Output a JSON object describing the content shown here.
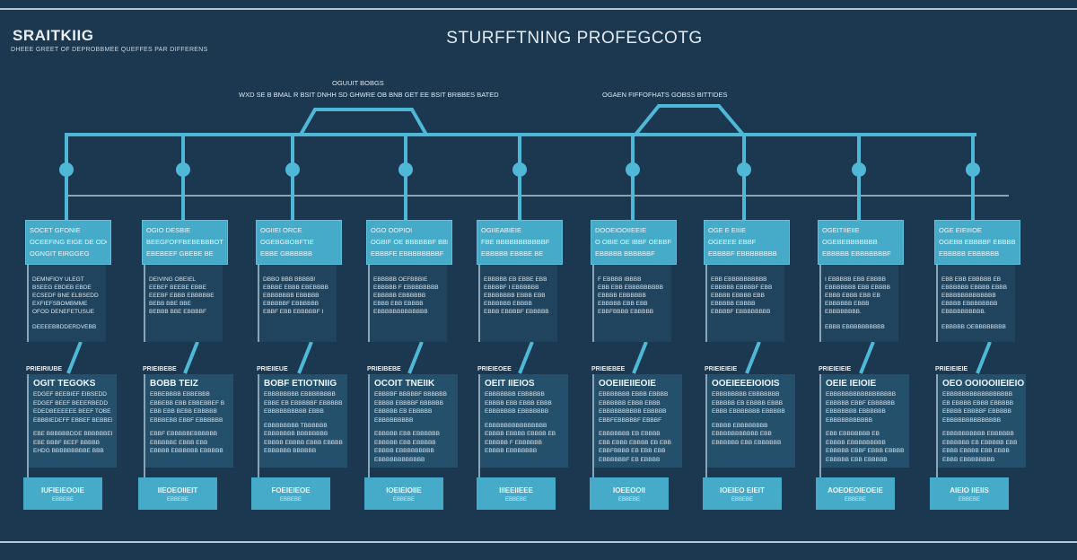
{
  "header": {
    "brand": "SRAITKIIG",
    "brand_subtitle": "DHEEE GREET OF DEPROBBMEE QUEFFES PAR DIFFERENS",
    "title": "STURFFTNING PROFEGCOTG"
  },
  "annotations": {
    "left_title": "OGUUIT BOBGS",
    "left_text": "WXD SE B BMAL R BSIT DNHH SD GHWRE OB BNB GET EE BSIT BRBBES BATED",
    "right_text": "OGAEN FIFFOFHATS GOBSS BITTIDES"
  },
  "colors": {
    "background": "#1b3850",
    "accent": "#45abc9",
    "line": "#4fb8d6",
    "panel": "#24506c"
  },
  "columns": [
    {
      "head": [
        "SOCET GFONIE",
        "OCEEFING EIGE DE ODO",
        "OGNGIT EIRGGEG"
      ],
      "mid": [
        "DEMNFIOY ULEGT",
        "BSEEG EBDEB EBDE",
        "ECSEDF BNE ELBSEDD",
        "EXFIEFSBOMBMME",
        "OFOD DENEFETUSUE",
        "",
        "DEEEEBBDDERDVEBB"
      ],
      "tag": "PRIEIRIUBE",
      "title": "OGIT TEGOKS",
      "body": [
        "EDGEF BEEBIEF EIBSEDD",
        "EDGEF BEEF BEEERBEDD",
        "EDEDBEEEEEE BEEF TOBE E",
        "EBBBIEDEFF EBBEF BEBBEDE",
        "",
        "EBE BBBBBBDDE BBBBBBEDD",
        "EBE BBBF BEEF BBBBB",
        "EHDG BBBBBBBBBE BBB"
      ],
      "button": "IUFIEIEOOIE",
      "button_sub": "EBBEBE"
    },
    {
      "head": [
        "OGIO DESBIE",
        "BEEGFOFFBEBEBBBOT",
        "EBEBEEF GBEBE BE"
      ],
      "mid": [
        "DEIVING OBEIEL",
        "EEBEF BEEBE EBBE",
        "EEEBF EBBB EBBBBBE",
        "BEBB BBE BBE",
        "BEBBB BBE EBBBBF"
      ],
      "tag": "PRIEIBEBE",
      "title": "BOBB TEIZ",
      "body": [
        "EBBEBBBB EBBEBBB",
        "EBBEBB EBB EBBEBBEF B",
        "EBB EBB BEBB EBBBBB",
        "EBBBEBB EBBF EBBBBBB",
        "",
        "EBBF EBBBBBEBBBBBB",
        "EBBBBBE EBBB EBB",
        "EBBBB EBBBBBB EBBBBB"
      ],
      "button": "IIEOEOIIEIT",
      "button_sub": "EBBEBE"
    },
    {
      "head": [
        "OGIIEI ORCE",
        "OGEBGBOBFTIE",
        "EBBE GBBBBBB"
      ],
      "mid": [
        "DBBO BBB BBBBB!",
        "EBBBE EBBB EBEBBBB",
        "EBBBBBBB EBBBBB",
        "EBBBBBF EBBBBBB",
        "EBBF EBB EBBBBBF I"
      ],
      "tag": "PRIEIIEUE",
      "title": "BOBF ETIOTNIIG",
      "body": [
        "EBBBBBBBB EBBBBBBBB",
        "EBBE EB EBBBBBF EBBBBB",
        "EBBBBBBBBBB EBBB",
        "",
        "EBBBBBBBB TBBBBBB",
        "EBBBBBBB BBBBBBBB",
        "EBBBB EBBBB EBBB EBBBB",
        "EBBBBBB BBBBBB"
      ],
      "button": "FOEIEIEOE",
      "button_sub": "EBBEBE"
    },
    {
      "head": [
        "OGO OOPIOI",
        "OGBIF OE BBBBBBF BBBB",
        "EBBBFE EBBBBBBBBF"
      ],
      "mid": [
        "EBBBBB OEFBBBIE",
        "EBBBBB F EBBBBBBBB",
        "EBBBBB EBBBBBB",
        "EBBB EBB EBBBB",
        "EBBBBBBBBBBBBB"
      ],
      "tag": "PRIEIBEBE",
      "title": "OCOIT TNEIIK",
      "body": [
        "EBBBBF BBBBBF BBBBBB",
        "EBBBB EBBBBF BBBBBB",
        "EBBBBB EB EBBBBB",
        "EBBBBBBBBB",
        "",
        "EBBBBB EBB EBBBBBB",
        "EBBBBB EBB EBBBBB",
        "EBBBB EBBBBBBBBB",
        "EBBBBBBBBBBBB"
      ],
      "button": "IOEIEIOIIE",
      "button_sub": "EBBEBE"
    },
    {
      "head": [
        "OGIIEABIEIE",
        "FBE BBBBBBBBBBBF",
        "EBBBBB EBBBE BE"
      ],
      "mid": [
        "EBBBBB EB EBBE EBB",
        "EBBBBF I EBBBBBB",
        "EBBBBBBB EBBB EBB",
        "EBBBBBB EBBBB",
        "EBBB EBBBBF EBBBBB"
      ],
      "tag": "PRIEIEOEE",
      "title": "OEIT IIEIOS",
      "body": [
        "EBBBBBBB EBBBBBB",
        "EBBBB EBB EBBB EBBB",
        "EBBBBBBB EBBBBBBB",
        "",
        "EBBBBBBBBBBBBBBB",
        "EBBBB EBBBB EBBBB EB",
        "EBBBBB F EBBBBBB",
        "EBBBB EBBBBBBB"
      ],
      "button": "IIIEEIIEEE",
      "button_sub": "EBBEBE"
    },
    {
      "head": [
        "DOOEIOOIIEEIE",
        "O OBIE OE IBBF OEBBF",
        "EBBBBB BBBBBBF"
      ],
      "mid": [
        "F EBBBB IBBBB",
        "EBB EBB EBBBBBBBBB",
        "EBBBB EBBBBBB",
        "EBBBBB EBB EBB",
        "EBBFBBBB EBBBBB"
      ],
      "tag": "PRIEIEBEE",
      "title": "OOEIIEIIEOIE",
      "body": [
        "EBBBBBBB EBBB EBBBB",
        "EBBBBBB EBBB EBBB",
        "EBBBBBBBBBB EBBBBB",
        "EBBFEBBBBBF EBBBF",
        "",
        "EBBBBBBB EB EBBBB",
        "EBB EBBB EBBBB EB EBB",
        "EBBFBBBB EB EBB EBB",
        "EBBBBBBF EB EBBBB"
      ],
      "button": "IOEEOOII",
      "button_sub": "EBBEBE"
    },
    {
      "head": [
        "OGE E EIIIE",
        "OGEEEE EBBF",
        "EBBBBF EBBBBBBBB"
      ],
      "mid": [
        "EBB EBBBBBBBBBB",
        "EBBBBB EBBBBF EBB",
        "EBBBB EBBBB EBB",
        "EBBBBB EBBBB",
        "EBBBBF EBBBBBBBB"
      ],
      "tag": "PRIEIEIEIE",
      "title": "OOEIEEEIOIOIS",
      "body": [
        "EBBBBBBBB EBBBBBBB",
        "EBBBBB EB EBBBB EBBB",
        "EBBB EBBBBBBB EBBBBB",
        "",
        "EBBBB EBBBBBBBB",
        "EBBBBBBBBBBB EBB",
        "EBBBBBB EBB EBBBBBB"
      ],
      "button": "IOEIEO EIEIT",
      "button_sub": "EBBEBE"
    },
    {
      "head": [
        "OGEITIIEIIE",
        "OGEBEBBBBBBB",
        "EBBBBB EBBBBBBBF"
      ],
      "mid": [
        "I EBBBBB EBB EBBBB",
        "EBBBBBBB EBB EBBBB",
        "EBBB EBBB EBB EB",
        "EBBBBBB EBBB",
        "EBBBBBBBB.",
        "",
        "EBBB EBBBBBBBBBB"
      ],
      "tag": "PRIEIEIEIE",
      "title": "OEIE IEIOIE",
      "body": [
        "EBBBBBBBBBBBBBBBBB",
        "EBBBBB EBBF EBBBBBB",
        "EBBBBBBB EBBBBBB",
        "EBBBBBBBBBBB",
        "",
        "EBB EBBBBBBB EB",
        "EBBBB EBBBBBBBBB",
        "EBBBBB EBBF EBBB EBBBB",
        "EBBBBB EBB EBBBBB"
      ],
      "button": "AOEOEOIEOEIE",
      "button_sub": "EBBEBE"
    },
    {
      "head": [
        "OGE EIEIIIOE",
        "OGEBB EBBBBF EBBBBB",
        "EBBBBB EBBBBBB"
      ],
      "mid": [
        "EBB EBB EBBBBB EB",
        "EBBBBBB EBBBB EBBB",
        "EBBBBBBBBBBBBB",
        "EBBBB EBBBBBBBB",
        "EBBBBBBBBBB.",
        "",
        "EBBBBB OEBBBBBBBB"
      ],
      "tag": "PRIEIEIEIE",
      "title": "OEO OOIOOIIEIEIO",
      "body": [
        "EBBBBBBBBBBBBBBBBB",
        "EB EBBBB EBBB EBBBBB",
        "EBBBB EBBBBF EBBBBB",
        "EBBBBBBBBBBBBBB",
        "",
        "EBBBBBBBBBB EBBBBBB",
        "EBBBBBB EB EBBBBB EBB",
        "EBBB EBBBB EBB EBBB",
        "EBBB EBBBBBBBB"
      ],
      "button": "AIEIO IIEIIS",
      "button_sub": "EBBEBE"
    }
  ]
}
